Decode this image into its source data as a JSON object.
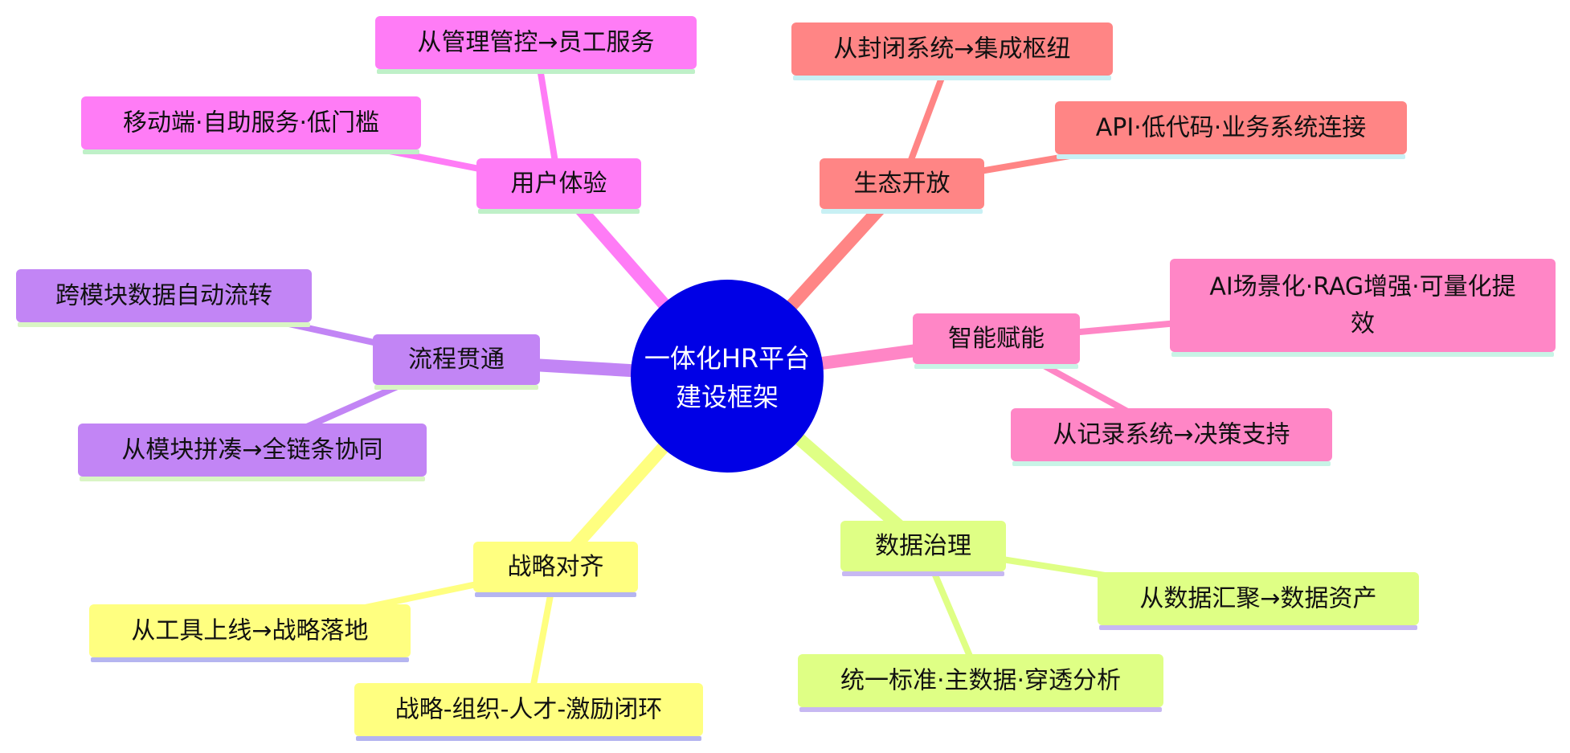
{
  "center": {
    "lines": [
      "一体化HR平台",
      "建设框架"
    ],
    "color": "#0000e6"
  },
  "branches": [
    {
      "id": "ecosystem",
      "label": "生态开放",
      "color": "#ff8585",
      "underline": "#c8f0f4",
      "children": [
        {
          "id": "ecosystem-1",
          "lines": [
            "从封闭系统→集成枢纽"
          ]
        },
        {
          "id": "ecosystem-2",
          "lines": [
            "API·低代码·业务系统连接"
          ]
        }
      ]
    },
    {
      "id": "user-experience",
      "label": "用户体验",
      "color": "#ff7cf6",
      "underline": "#bff0c8",
      "children": [
        {
          "id": "user-experience-1",
          "lines": [
            "从管理管控→员工服务"
          ]
        },
        {
          "id": "user-experience-2",
          "lines": [
            "移动端·自助服务·低门槛"
          ]
        }
      ]
    },
    {
      "id": "process",
      "label": "流程贯通",
      "color": "#c285f5",
      "underline": "#d9f5c4",
      "children": [
        {
          "id": "process-1",
          "lines": [
            "跨模块数据自动流转"
          ]
        },
        {
          "id": "process-2",
          "lines": [
            "从模块拼凑→全链条协同"
          ]
        }
      ]
    },
    {
      "id": "intelligence",
      "label": "智能赋能",
      "color": "#ff86c6",
      "underline": "#c8f4e6",
      "children": [
        {
          "id": "intelligence-1",
          "lines": [
            "AI场景化·RAG增强·可量化提",
            "效"
          ]
        },
        {
          "id": "intelligence-2",
          "lines": [
            "从记录系统→决策支持"
          ]
        }
      ]
    },
    {
      "id": "strategy",
      "label": "战略对齐",
      "color": "#ffff80",
      "underline": "#b5b5f0",
      "children": [
        {
          "id": "strategy-1",
          "lines": [
            "从工具上线→战略落地"
          ]
        },
        {
          "id": "strategy-2",
          "lines": [
            "战略-组织-人才-激励闭环"
          ]
        }
      ]
    },
    {
      "id": "data-governance",
      "label": "数据治理",
      "color": "#dfff85",
      "underline": "#c7b8f2",
      "children": [
        {
          "id": "data-governance-1",
          "lines": [
            "从数据汇聚→数据资产"
          ]
        },
        {
          "id": "data-governance-2",
          "lines": [
            "统一标准·主数据·穿透分析"
          ]
        }
      ]
    }
  ]
}
